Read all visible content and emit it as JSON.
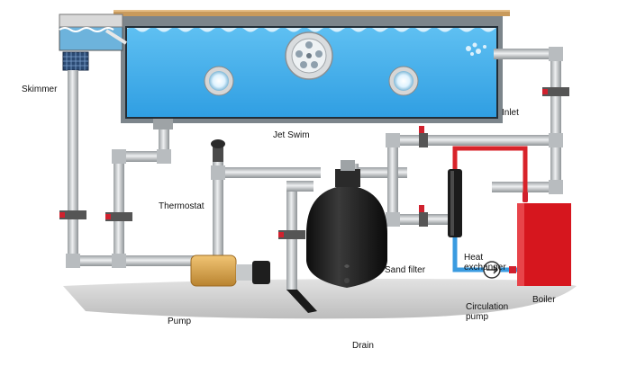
{
  "labels": {
    "skimmer": "Skimmer",
    "jet_swim": "Jet Swim",
    "inlet": "Inlet",
    "thermostat": "Thermostat",
    "sand_filter": "Sand filter",
    "heat_exchanger": "Heat exchanger",
    "boiler": "Boiler",
    "pump": "Pump",
    "circulation_pump": "Circulation pump",
    "drain": "Drain"
  },
  "colors": {
    "water": "#3aa8e8",
    "water_light": "#6cc4f0",
    "pool_wall": "#7a8288",
    "pool_frame": "#1c2a35",
    "deck": "#c8a064",
    "pipe": "#c9ccce",
    "pipe_dark": "#8e9396",
    "hot_pipe": "#d8232a",
    "cold_pipe": "#3a9be0",
    "valve": "#d0212e",
    "boiler": "#d6161e",
    "filter": "#1a1a1a",
    "pump": "#d4a24c",
    "ground": "#cfcfcf"
  },
  "icons": [
    "skimmer-basket-icon",
    "jet-swim-nozzle-icon",
    "pool-light-icon",
    "pump-icon",
    "sand-filter-icon",
    "boiler-icon",
    "heat-exchanger-icon",
    "valve-icon",
    "thermostat-icon"
  ]
}
